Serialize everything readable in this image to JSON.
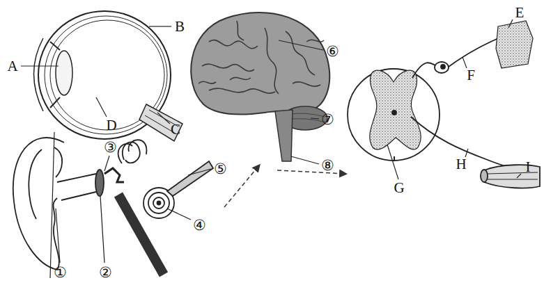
{
  "diagram": {
    "labels": [
      "A",
      "B",
      "C",
      "D",
      "⑥",
      "⑦",
      "⑧",
      "③",
      "⑤",
      "④",
      "①",
      "②",
      "E",
      "F",
      "G",
      "H",
      "I"
    ]
  }
}
